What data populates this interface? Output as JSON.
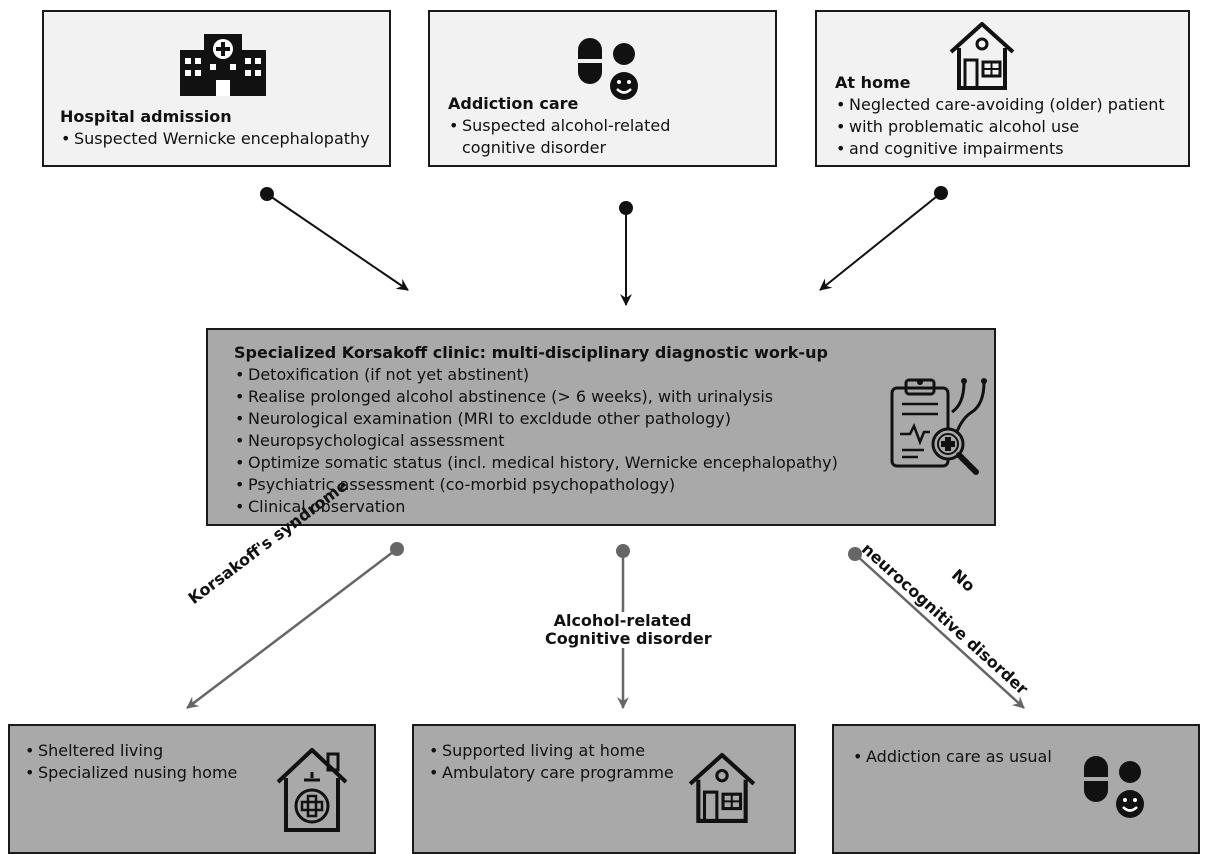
{
  "sources": [
    {
      "title": "Hospital admission",
      "items": [
        "Suspected Wernicke encephalopathy"
      ],
      "icon": "hospital-icon"
    },
    {
      "title": "Addiction care",
      "items": [
        "Suspected alcohol-related cognitive disorder"
      ],
      "icon": "pills-icon"
    },
    {
      "title": "At home",
      "items": [
        "Neglected care-avoiding (older) patient",
        "with problematic alcohol use",
        "and cognitive impairments"
      ],
      "icon": "house-icon"
    }
  ],
  "clinic": {
    "title": "Specialized Korsakoff clinic: multi-disciplinary diagnostic work-up",
    "items": [
      "Detoxification (if not yet abstinent)",
      "Realise prolonged alcohol abstinence (> 6 weeks), with urinalysis",
      "Neurological examination (MRI to excldude other pathology)",
      "Neuropsychological assessment",
      "Optimize somatic status (incl. medical history, Wernicke encephalopathy)",
      "Psychiatric assessment (co-morbid psychopathology)",
      "Clinical observation"
    ],
    "icon": "clipboard-stethoscope-icon"
  },
  "edges": {
    "korsakoff": "Korsakoff's syndrome",
    "arcd_line1": "Alcohol-related",
    "arcd_line2": "Cognitive disorder",
    "none_line1": "No",
    "none_line2": "neurocognitive disorder"
  },
  "outcomes": [
    {
      "items": [
        "Sheltered living",
        "Specialized nusing home"
      ],
      "icon": "nursing-home-icon"
    },
    {
      "items": [
        "Supported living at home",
        "Ambulatory care programme"
      ],
      "icon": "house-icon"
    },
    {
      "items": [
        "Addiction care as usual"
      ],
      "icon": "pills-icon"
    }
  ],
  "colors": {
    "light_box": "#f2f2f2",
    "dark_box": "#a9a9a9",
    "border": "#1a1a1a",
    "grey_arrow": "#666666"
  }
}
